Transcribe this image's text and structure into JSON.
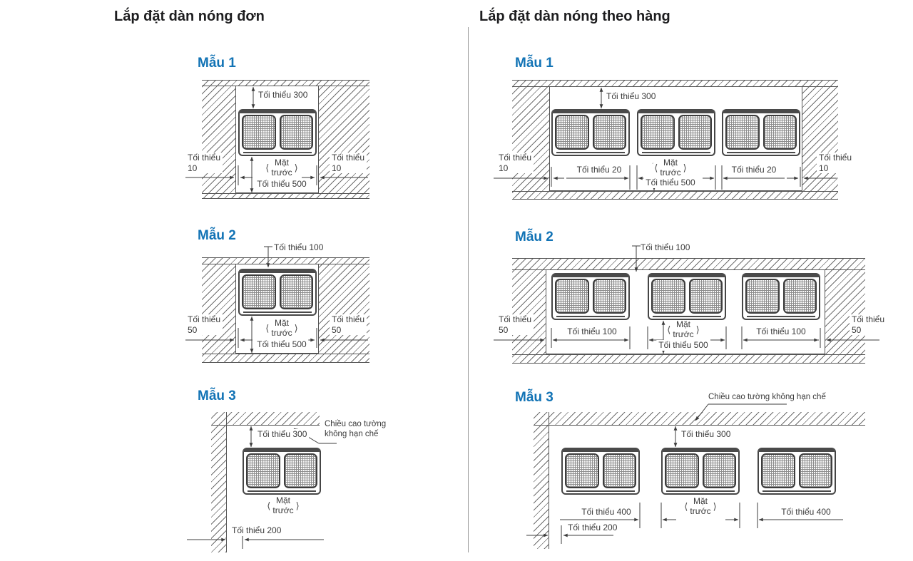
{
  "shared": {
    "bracket_left": "⟨",
    "bracket_right": "⟩",
    "front_line1": "Mặt",
    "front_line2": "trước"
  },
  "left": {
    "title": "Lắp đặt dàn nóng đơn",
    "m1": {
      "name": "Mẫu 1",
      "top": "Tối thiểu 300",
      "side_word": "Tối thiểu",
      "side_value": "10",
      "bottom": "Tối thiểu 500"
    },
    "m2": {
      "name": "Mẫu 2",
      "top": "Tối thiểu 100",
      "side_word": "Tối thiểu",
      "side_value": "50",
      "bottom": "Tối thiểu 500"
    },
    "m3": {
      "name": "Mẫu 3",
      "top": "Tối thiểu 300",
      "wall_note_line1": "Chiều cao tường",
      "wall_note_line2": "không hạn chế",
      "bottom": "Tối thiểu 200"
    }
  },
  "right": {
    "title": "Lắp đặt dàn nóng theo hàng",
    "m1": {
      "name": "Mẫu 1",
      "top": "Tối thiểu 300",
      "side_word": "Tối thiểu",
      "side_value": "10",
      "gap": "Tối thiểu 20",
      "bottom": "Tối thiểu 500"
    },
    "m2": {
      "name": "Mẫu 2",
      "top": "Tối thiểu 100",
      "side_word": "Tối thiểu",
      "side_value": "50",
      "gap": "Tối thiểu 100",
      "bottom": "Tối thiểu 500"
    },
    "m3": {
      "name": "Mẫu 3",
      "top": "Tối thiểu 300",
      "wall_note": "Chiều cao tường không hạn chế",
      "gap": "Tối thiểu 400",
      "bottom": "Tối thiểu 200"
    }
  }
}
